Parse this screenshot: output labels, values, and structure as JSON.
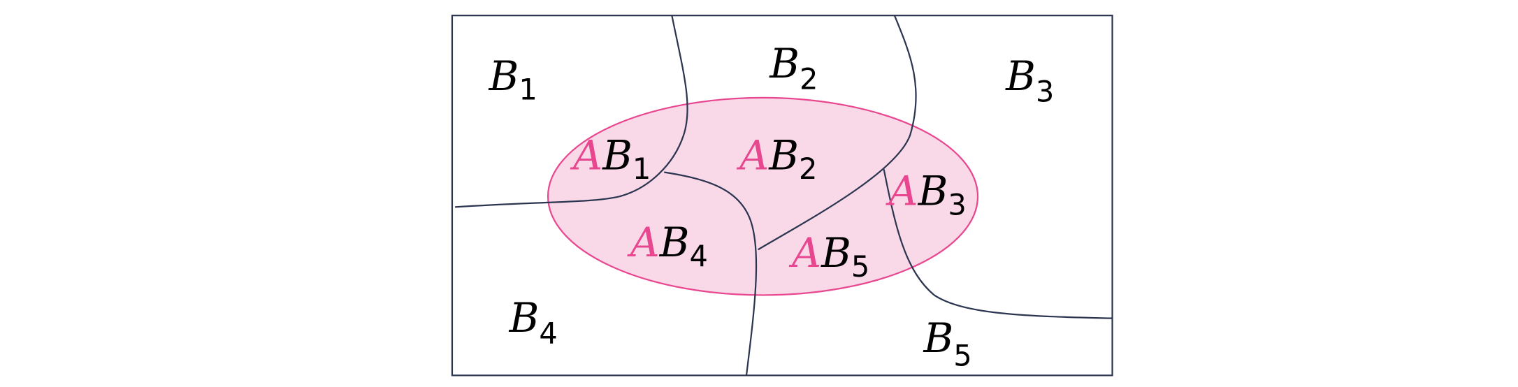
{
  "diagram": {
    "colors": {
      "frame": "#2b3550",
      "ellipse_stroke": "#e8478f",
      "ellipse_fill": "#f9d8e8",
      "event_a": "#e8478f"
    },
    "event_a": "A",
    "partitions": [
      {
        "base": "B",
        "index": "1"
      },
      {
        "base": "B",
        "index": "2"
      },
      {
        "base": "B",
        "index": "3"
      },
      {
        "base": "B",
        "index": "4"
      },
      {
        "base": "B",
        "index": "5"
      }
    ]
  }
}
